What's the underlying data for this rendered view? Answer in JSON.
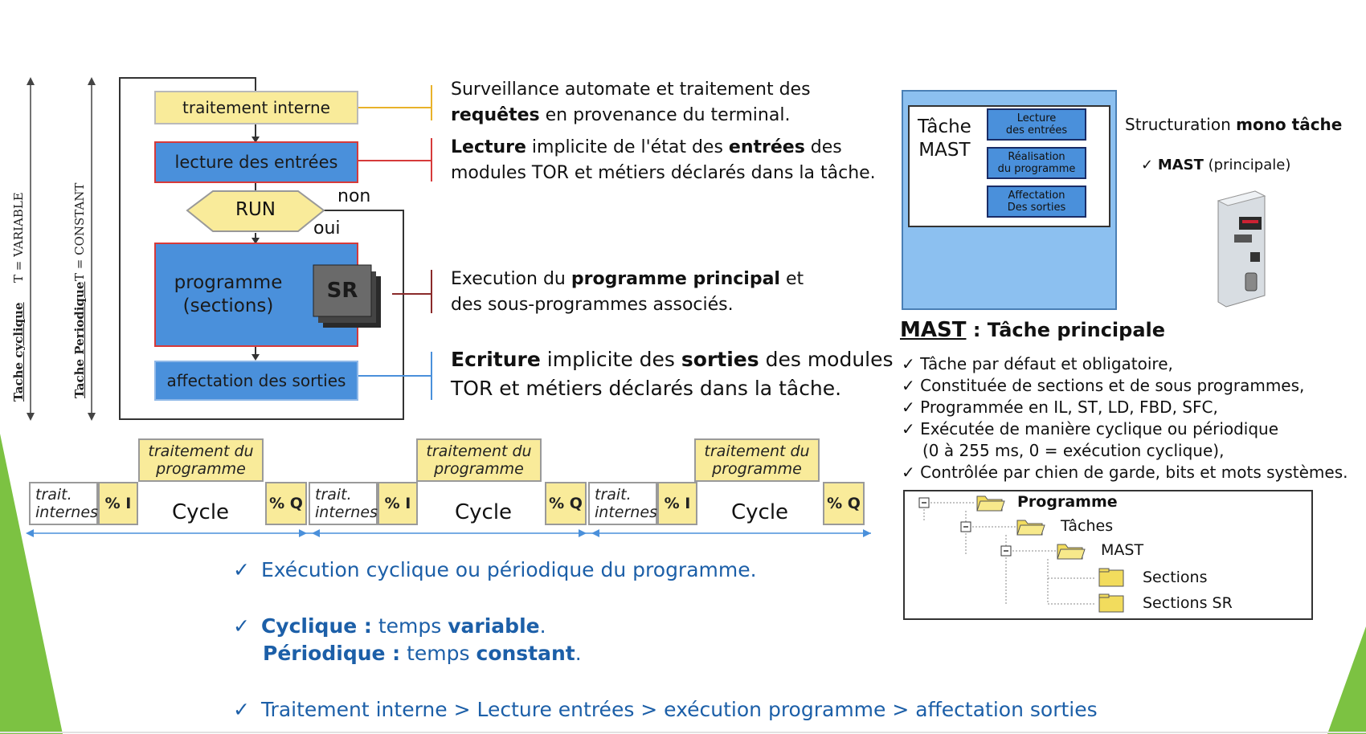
{
  "flowchart": {
    "traitement_interne": "traitement interne",
    "lecture_entrees": "lecture des entrées",
    "run": "RUN",
    "non": "non",
    "oui": "oui",
    "programme_l1": "programme",
    "programme_l2": "(sections)",
    "sr": "SR",
    "affectation_sorties": "affectation des sorties",
    "t_variable": "T = VARIABLE",
    "tache_cyclique": "Tache cyclique",
    "t_constant": "T = CONSTANT",
    "tache_periodique": "Tache Periodique"
  },
  "descriptions": {
    "d1_l1": "Surveillance automate et traitement des",
    "d1_l2_bold": "requêtes",
    "d1_l2_rest": " en provenance du terminal.",
    "d2_bold1": "Lecture",
    "d2_mid": " implicite de l'état des ",
    "d2_bold2": "entrées",
    "d2_end": " des",
    "d2_l2": "modules TOR et métiers déclarés dans la tâche.",
    "d3_start": "Execution du ",
    "d3_bold": "programme principal",
    "d3_end": " et",
    "d3_l2": "des sous-programmes  associés.",
    "d4_bold1": "Ecriture",
    "d4_mid": " implicite des ",
    "d4_bold2": "sorties",
    "d4_end": " des modules",
    "d4_l2": "TOR et métiers déclarés dans la tâche."
  },
  "timeline": {
    "trait_l1": "trait.",
    "trait_l2": "internes",
    "pct_i": "% I",
    "pct_q": "% Q",
    "prog_l1": "traitement  du",
    "prog_l2": "programme",
    "cycle": "Cycle"
  },
  "bullets": {
    "b1": "Exécution cyclique ou périodique du programme.",
    "b2_bold1": "Cyclique :",
    "b2_mid": " temps ",
    "b2_bold2": "variable",
    "b2_end": ".",
    "b3_bold1": "Périodique :",
    "b3_mid": " temps ",
    "b3_bold2": "constant",
    "b3_end": ".",
    "b4": "Traitement interne > Lecture entrées > exécution programme > affectation sorties",
    "check": "✓"
  },
  "mast_panel": {
    "tache_l1": "Tâche",
    "tache_l2": "MAST",
    "box1_l1": "Lecture",
    "box1_l2": "des entrées",
    "box2_l1": "Réalisation",
    "box2_l2": "du programme",
    "box3_l1": "Affectation",
    "box3_l2": "Des sorties",
    "struct_pre": "Structuration ",
    "struct_bold": "mono tâche",
    "mast_item_bold": "MAST",
    "mast_item_rest": " (principale)"
  },
  "mast_info": {
    "title_u": "MAST",
    "title_rest": " : Tâche principale",
    "items": [
      "Tâche par défaut et obligatoire,",
      "Constituée de sections  et de sous programmes,",
      "Programmée en IL, ST, LD, FBD, SFC,",
      "Exécutée de manière cyclique ou périodique",
      "(0 à 255 ms, 0 = exécution cyclique),",
      "Contrôlée par chien de garde, bits et mots systèmes."
    ]
  },
  "tree": {
    "programme": "Programme",
    "taches": "Tâches",
    "mast": "MAST",
    "sections": "Sections",
    "sections_sr": "Sections SR"
  },
  "colors": {
    "yellow": "#f9eb9a",
    "blue": "#4a90db",
    "red": "#d63a3a",
    "bullet_blue": "#1c5fa8",
    "green": "#7cc242"
  }
}
